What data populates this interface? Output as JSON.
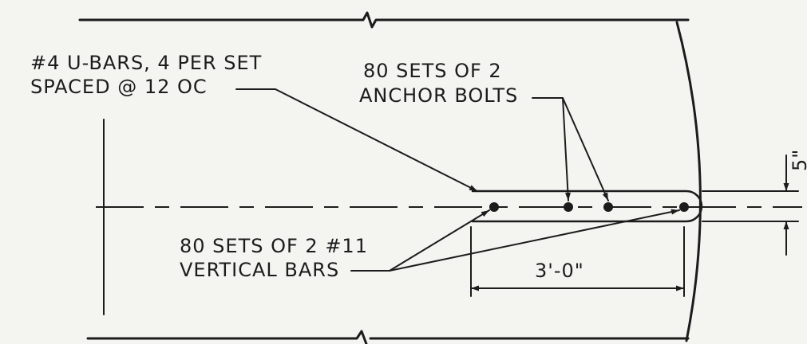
{
  "notes": {
    "ubars": [
      "#4 U-BARS, 4 PER SET",
      "SPACED @ 12 OC"
    ],
    "anchor": [
      "80 SETS OF 2",
      "ANCHOR BOLTS"
    ],
    "vertical": [
      "80 SETS OF 2 #11",
      "VERTICAL BARS"
    ]
  },
  "dimensions": {
    "length": "3'-0\"",
    "width": "5\""
  }
}
